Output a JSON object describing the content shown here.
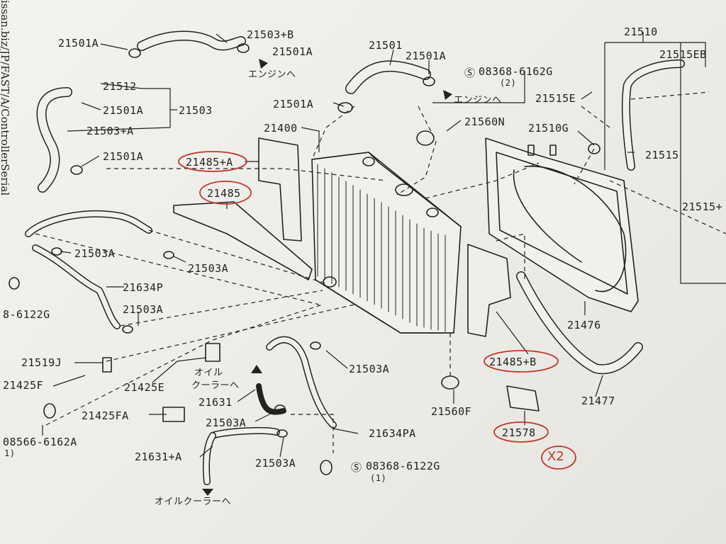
{
  "side_text": "issan.biz/JP/FAST/A/ControllerSerial",
  "red_multiplier": "X2",
  "labels": {
    "p21501A_top": "21501A",
    "p21503B": "21503+B",
    "p21501A_r": "21501A",
    "engine_to_1": "エンジンへ",
    "p21512": "21512",
    "p21501A_mid": "21501A",
    "p21503": "21503",
    "p21503A_plus": "21503+A",
    "p21501A_low": "21501A",
    "p21501": "21501",
    "p21501A_c": "21501A",
    "s08368_6162G": "08368-6162G",
    "qty2": "(2)",
    "engine_to_2": "エンジンへ",
    "p21501A_left": "21501A",
    "p21400": "21400",
    "p21560N": "21560N",
    "p21515E": "21515E",
    "p21510": "21510",
    "p21515EB": "21515EB",
    "p21510G": "21510G",
    "p21515": "21515",
    "p21515_plus": "21515+",
    "p21485A": "21485+A",
    "p21485": "21485",
    "p21503A_1": "21503A",
    "p21503A_2": "21503A",
    "p21634P": "21634P",
    "p21503A_3": "21503A",
    "p8_6122G": "8-6122G",
    "p21519J": "21519J",
    "p21425F": "21425F",
    "p21425E": "21425E",
    "oil_cooler_1a": "オイル",
    "oil_cooler_1b": "クーラーへ",
    "p21631": "21631",
    "p21425FA": "21425FA",
    "p21503A_4": "21503A",
    "p21634PA": "21634PA",
    "p21631A": "21631+A",
    "p21503A_5": "21503A",
    "s08368_6122G": "08368-6122G",
    "qty1": "(1)",
    "oil_cooler_2": "オイルクーラーへ",
    "p08566_6162A": "08566-6162A",
    "qty1b": "1)",
    "p21503A_6": "21503A",
    "p21560F": "21560F",
    "p21485B": "21485+B",
    "p21578": "21578",
    "p21476": "21476",
    "p21477": "21477"
  }
}
